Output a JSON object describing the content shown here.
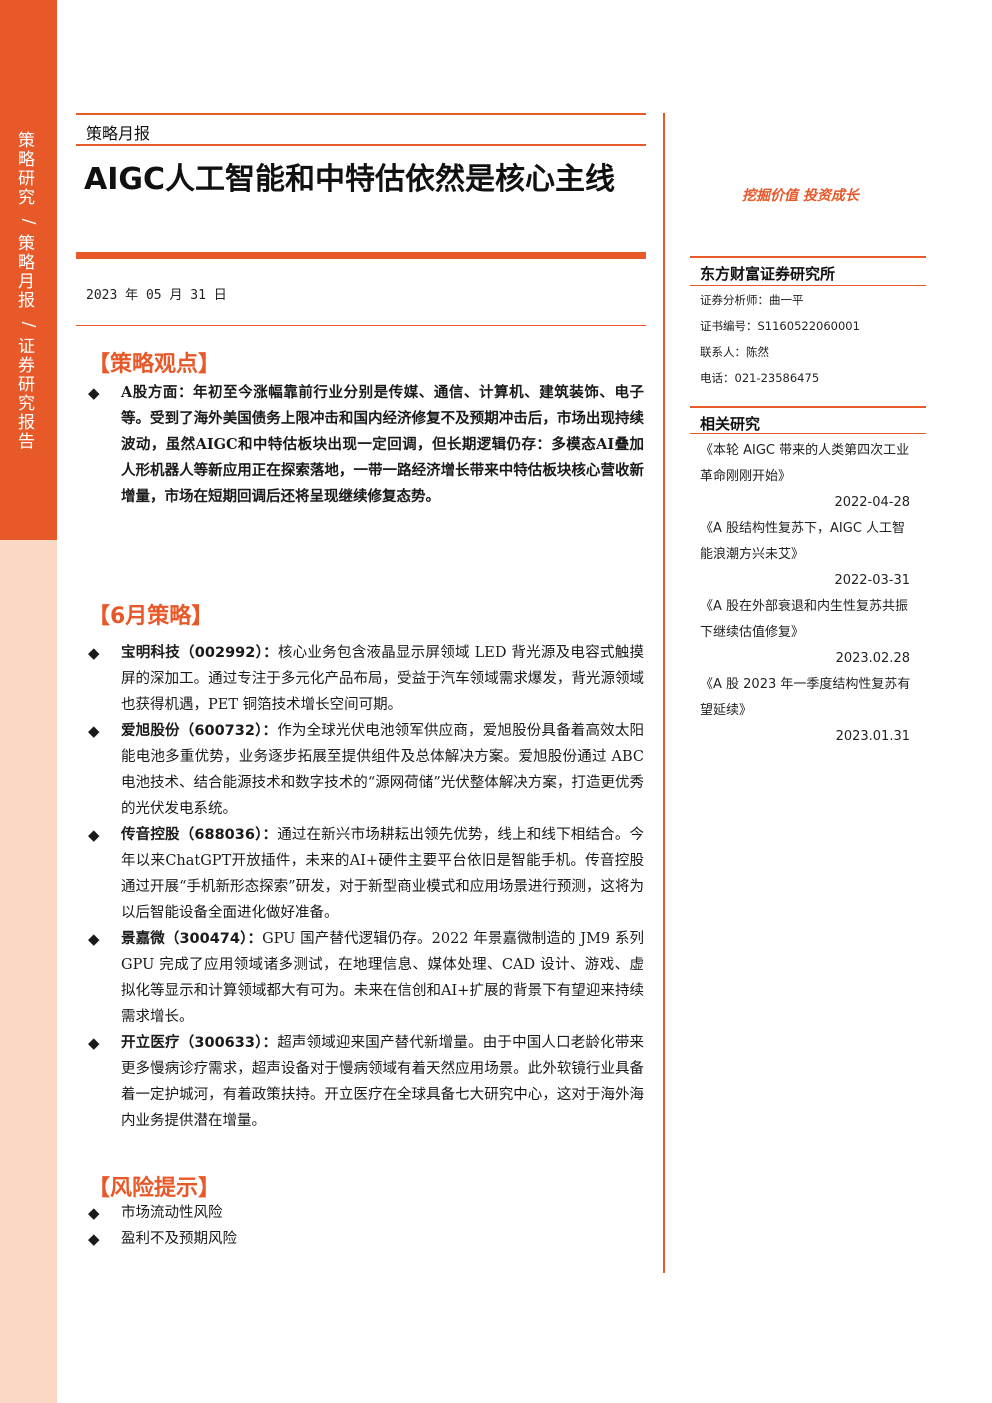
{
  "sidebar": {
    "segments": [
      "策略研究",
      "策略月报",
      "证券研究报告"
    ],
    "separator": "/"
  },
  "header": {
    "report_type": "策略月报",
    "title": "AIGC人工智能和中特估依然是核心主线",
    "date": "2023 年 05 月 31 日"
  },
  "sections": {
    "view": {
      "heading": "【策略观点】",
      "items": [
        "A股方面：年初至今涨幅靠前行业分别是传媒、通信、计算机、建筑装饰、电子等。受到了海外美国债务上限冲击和国内经济修复不及预期冲击后，市场出现持续波动，虽然AIGC和中特估板块出现一定回调，但长期逻辑仍存：多模态AI叠加人形机器人等新应用正在探索落地，一带一路经济增长带来中特估板块核心营收新增量，市场在短期回调后还将呈现继续修复态势。"
      ]
    },
    "june": {
      "heading": "【6月策略】",
      "items": [
        {
          "company": "宝明科技（002992）：",
          "text": "核心业务包含液晶显示屏领域 LED 背光源及电容式触摸屏的深加工。通过专注于多元化产品布局，受益于汽车领域需求爆发，背光源领域也获得机遇，PET 铜箔技术增长空间可期。"
        },
        {
          "company": "爱旭股份（600732）：",
          "text": "作为全球光伏电池领军供应商，爱旭股份具备着高效太阳能电池多重优势，业务逐步拓展至提供组件及总体解决方案。爱旭股份通过 ABC 电池技术、结合能源技术和数字技术的“源网荷储”光伏整体解决方案，打造更优秀的光伏发电系统。"
        },
        {
          "company": "传音控股（688036）：",
          "text": "通过在新兴市场耕耘出领先优势，线上和线下相结合。今年以来ChatGPT开放插件，未来的AI+硬件主要平台依旧是智能手机。传音控股通过开展“手机新形态探索”研发，对于新型商业模式和应用场景进行预测，这将为以后智能设备全面进化做好准备。"
        },
        {
          "company": "景嘉微（300474）：",
          "text": "GPU 国产替代逻辑仍存。2022 年景嘉微制造的 JM9 系列 GPU 完成了应用领域诸多测试，在地理信息、媒体处理、CAD 设计、游戏、虚拟化等显示和计算领域都大有可为。未来在信创和AI+扩展的背景下有望迎来持续需求增长。"
        },
        {
          "company": "开立医疗（300633）：",
          "text": "超声领域迎来国产替代新增量。由于中国人口老龄化带来更多慢病诊疗需求，超声设备对于慢病领域有着天然应用场景。此外软镜行业具备着一定护城河，有着政策扶持。开立医疗在全球具备七大研究中心，这对于海外海内业务提供潜在增量。"
        }
      ]
    },
    "risk": {
      "heading": "【风险提示】",
      "items": [
        "市场流动性风险",
        "盈利不及预期风险"
      ]
    }
  },
  "right": {
    "slogan": "挖掘价值 投资成长",
    "institution": "东方财富证券研究所",
    "contacts": [
      "证券分析师：曲一平",
      "证书编号：S1160522060001",
      "联系人：陈然",
      "电话：021-23586475"
    ],
    "related_title": "相关研究",
    "related": [
      {
        "title": "《本轮 AIGC 带来的人类第四次工业革命刚刚开始》",
        "date": "2022-04-28"
      },
      {
        "title": "《A 股结构性复苏下，AIGC 人工智能浪潮方兴未艾》",
        "date": "2022-03-31"
      },
      {
        "title": "《A 股在外部衰退和内生性复苏共振下继续估值修复》",
        "date": "2023.02.28"
      },
      {
        "title": "《A 股 2023 年一季度结构性复苏有望延续》",
        "date": "2023.01.31"
      }
    ]
  },
  "colors": {
    "accent": "#e8592a",
    "accent_light": "#fbd7c6"
  }
}
